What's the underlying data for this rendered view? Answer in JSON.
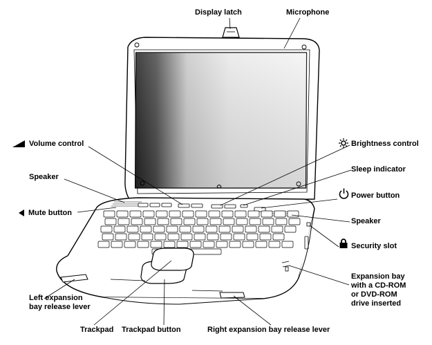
{
  "labels": {
    "display_latch": "Display latch",
    "microphone": "Microphone",
    "volume_control": "Volume control",
    "brightness_control": "Brightness control",
    "speaker_left": "Speaker",
    "sleep_indicator": "Sleep indicator",
    "power_button": "Power button",
    "mute_button": "Mute button",
    "speaker_right": "Speaker",
    "security_slot": "Security slot",
    "expansion_bay_line1": "Expansion bay",
    "expansion_bay_line2": "with a CD-ROM",
    "expansion_bay_line3": "or DVD-ROM",
    "expansion_bay_line4": "drive inserted",
    "left_release_line1": "Left expansion",
    "left_release_line2": "bay release lever",
    "trackpad": "Trackpad",
    "trackpad_button": "Trackpad button",
    "right_release": "Right expansion bay release lever"
  },
  "icons": {
    "volume": "volume-wedge-icon",
    "brightness": "sun-icon",
    "power": "power-icon",
    "mute": "speaker-mute-icon",
    "security": "padlock-icon"
  },
  "colors": {
    "ink": "#000000",
    "screen_dark": "#2b2b2b",
    "screen_light": "#f2f2f2"
  }
}
